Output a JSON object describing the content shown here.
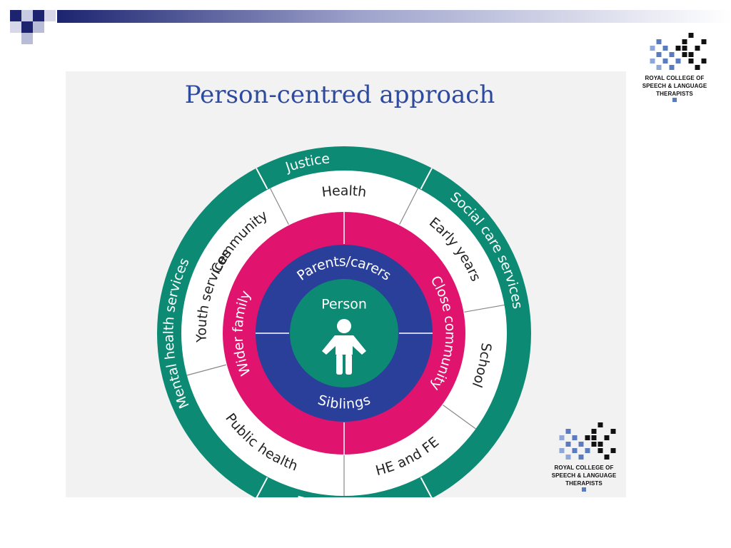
{
  "slide": {
    "title": "Person-centred approach",
    "colors": {
      "title": "#2e4a9e",
      "outer_ring": "#0d8a73",
      "services_ring_bg": "#ffffff",
      "family_ring": "#e0146e",
      "inner_ring": "#2a3f9a",
      "center": "#0d8a73",
      "person_icon": "#ffffff",
      "deco_navy": "#1c2470",
      "deco_light": "#b8bcd8"
    }
  },
  "diagram": {
    "center_label": "Person",
    "center_icon": "person-icon",
    "inner_ring": [
      "Parents/carers",
      "Siblings"
    ],
    "family_ring": [
      "Wider family",
      "Close community"
    ],
    "services_ring": [
      "Health",
      "Early years",
      "School",
      "HE and FE",
      "Public health",
      "Youth services",
      "Community"
    ],
    "outer_ring": [
      "Justice",
      "Social care services",
      "Employment",
      "Mental health services"
    ]
  },
  "logos": {
    "line1": "ROYAL COLLEGE OF",
    "line2": "SPEECH & LANGUAGE",
    "line3": "THERAPISTS"
  }
}
